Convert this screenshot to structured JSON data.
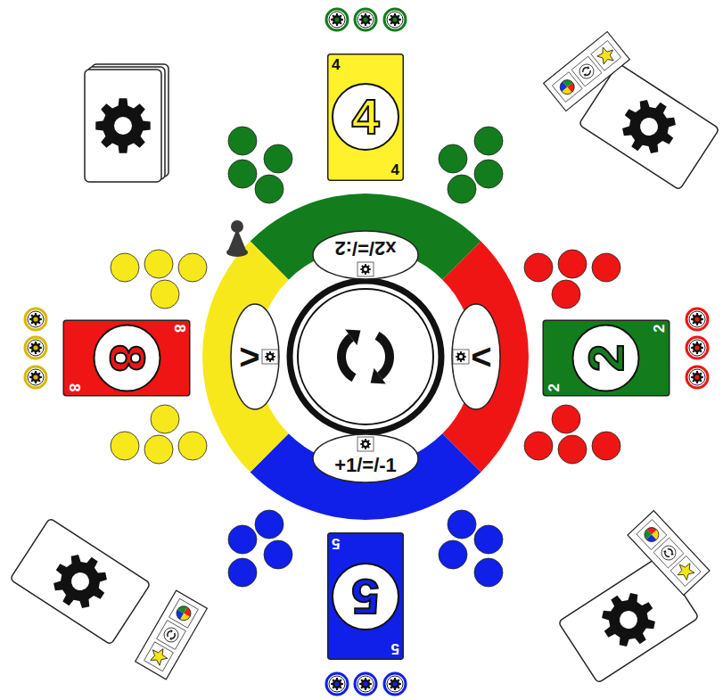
{
  "diagram": {
    "nodes": [
      {
        "text": [
          "4",
          "4",
          "4"
        ]
      },
      {
        "text": [
          "x2/=/:2"
        ]
      },
      {
        "text": [
          "8",
          "8",
          "8"
        ]
      },
      {
        "text": [
          ">"
        ]
      },
      {
        "text": [
          "<"
        ]
      },
      {
        "text": [
          "2",
          "2",
          "2"
        ]
      },
      {
        "text": [
          "+1/=/-1"
        ]
      },
      {
        "text": [
          "5",
          "5",
          "5"
        ]
      }
    ]
  }
}
